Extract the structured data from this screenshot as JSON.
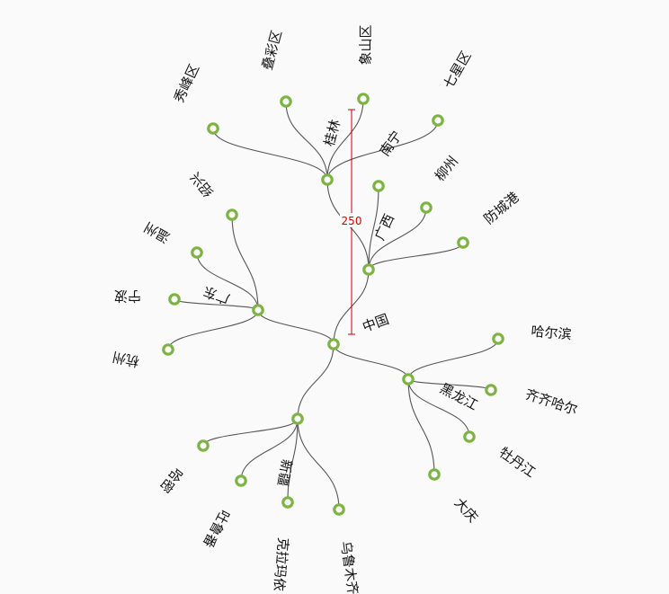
{
  "tree": {
    "name": "中国",
    "children": [
      {
        "name": "广西",
        "children": [
          {
            "name": "桂林",
            "children": [
              {
                "name": "秀峰区"
              },
              {
                "name": "叠彩区"
              },
              {
                "name": "象山区"
              },
              {
                "name": "七星区"
              }
            ]
          },
          {
            "name": "南宁"
          },
          {
            "name": "柳州"
          },
          {
            "name": "防城港"
          }
        ]
      },
      {
        "name": "黑龙江",
        "children": [
          {
            "name": "哈尔滨"
          },
          {
            "name": "齐齐哈尔"
          },
          {
            "name": "牡丹江"
          },
          {
            "name": "大庆"
          }
        ]
      },
      {
        "name": "新疆",
        "children": [
          {
            "name": "乌鲁木齐"
          },
          {
            "name": "克拉玛依"
          },
          {
            "name": "吐鲁番"
          },
          {
            "name": "哈密"
          }
        ]
      },
      {
        "name": "广东",
        "children": [
          {
            "name": "杭州"
          },
          {
            "name": "宁波"
          },
          {
            "name": "温州"
          },
          {
            "name": "绍兴"
          }
        ]
      }
    ]
  },
  "measure": {
    "label": "250"
  },
  "colors": {
    "node_stroke": "#7cb342",
    "link": "#555555",
    "measure": "#cc0000"
  }
}
